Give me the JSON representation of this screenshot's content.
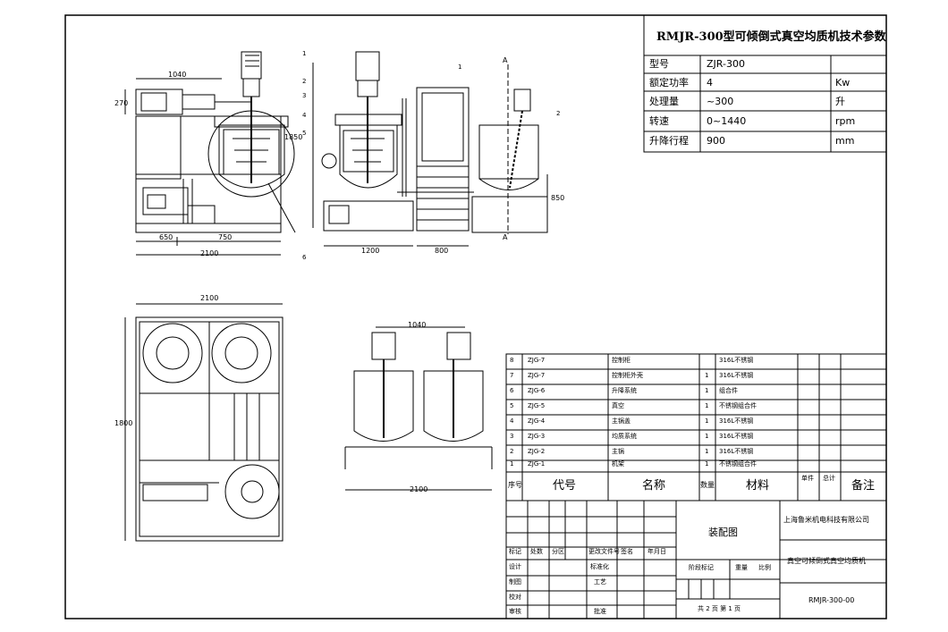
{
  "params": {
    "title": "RMJR-300型可倾倒式真空均质机技术参数",
    "rows": [
      {
        "name": "型号",
        "value": "ZJR-300",
        "unit": ""
      },
      {
        "name": "额定功率",
        "value": "4",
        "unit": "Kw"
      },
      {
        "name": "处理量",
        "value": "~300",
        "unit": "升"
      },
      {
        "name": "转速",
        "value": "0~1440",
        "unit": "rpm"
      },
      {
        "name": "升降行程",
        "value": "900",
        "unit": "mm"
      }
    ]
  },
  "dims": {
    "d1040": "1040",
    "d270": "270",
    "d1850": "1850",
    "d650": "650",
    "d750": "750",
    "d2100a": "2100",
    "d1200": "1200",
    "d800": "800",
    "d850": "850",
    "d2100b": "2100",
    "d1800": "1800",
    "d1040b": "1040",
    "d2100c": "2100",
    "section_a_top": "A",
    "section_a_bot": "A"
  },
  "balloons": [
    "1",
    "2",
    "3",
    "4",
    "5",
    "6",
    "1",
    "2"
  ],
  "bom": {
    "rows": [
      {
        "no": "8",
        "code": "ZJG-7",
        "name": "控制柜",
        "qty": "",
        "mat": "316L不锈钢"
      },
      {
        "no": "7",
        "code": "ZJG-7",
        "name": "控制柜外壳",
        "qty": "1",
        "mat": "316L不锈钢"
      },
      {
        "no": "6",
        "code": "ZJG-6",
        "name": "升降系统",
        "qty": "1",
        "mat": "组合件"
      },
      {
        "no": "5",
        "code": "ZJG-5",
        "name": "真空",
        "qty": "1",
        "mat": "不锈钢组合件"
      },
      {
        "no": "4",
        "code": "ZJG-4",
        "name": "主锅盖",
        "qty": "1",
        "mat": "316L不锈钢"
      },
      {
        "no": "3",
        "code": "ZJG-3",
        "name": "均质系统",
        "qty": "1",
        "mat": "316L不锈钢"
      },
      {
        "no": "2",
        "code": "ZJG-2",
        "name": "主锅",
        "qty": "1",
        "mat": "316L不锈钢"
      },
      {
        "no": "1",
        "code": "ZJG-1",
        "name": "机架",
        "qty": "1",
        "mat": "不锈钢组合件"
      }
    ],
    "header": {
      "no": "序号",
      "code": "代号",
      "name": "名称",
      "qty": "数量",
      "mat": "材料",
      "unit": "单件",
      "total": "总计",
      "remark": "备注"
    }
  },
  "titleblock": {
    "assembly": "装配图",
    "company": "上海鲁米机电科技有限公司",
    "product": "真空可倾倒式真空均质机",
    "drawing_no": "RMJR-300-00",
    "stage_marker": "阶段标记",
    "weight": "重量",
    "scale": "比例",
    "sheets": "共 2 页 第 1 页",
    "mark": "标记",
    "count": "处数",
    "zone": "分区",
    "change_doc": "更改文件号",
    "sign": "签名",
    "date": "年月日",
    "design": "设计",
    "check": "校对",
    "review": "审核",
    "standard": "标准化",
    "process": "工艺",
    "approve": "批准",
    "draw": "制图"
  }
}
